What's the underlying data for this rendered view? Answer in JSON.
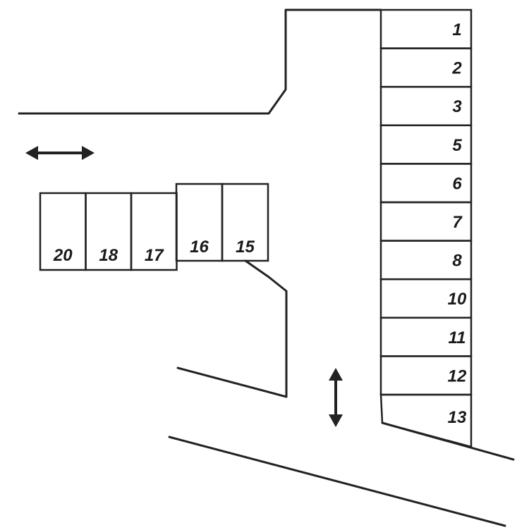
{
  "colors": {
    "ink": "#222222",
    "background": "#ffffff"
  },
  "right_row_spaces": [
    "1",
    "2",
    "3",
    "5",
    "6",
    "7",
    "8",
    "10",
    "11",
    "12",
    "13"
  ],
  "left_lower_spaces": [
    "20",
    "18",
    "17"
  ],
  "left_upper_spaces": [
    "16",
    "15"
  ],
  "arrows": [
    {
      "name": "horizontal-two-way-arrow-icon",
      "direction": "horizontal"
    },
    {
      "name": "vertical-two-way-arrow-icon",
      "direction": "vertical"
    }
  ]
}
